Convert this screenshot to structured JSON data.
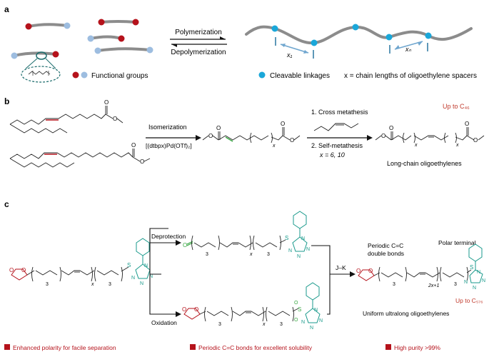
{
  "panels": {
    "a": {
      "letter": "a",
      "forward_label": "Polymerization",
      "reverse_label": "Depolymerization",
      "legend_functional": "Functional groups",
      "legend_cleavable": "Cleavable linkages",
      "legend_x": "x = chain lengths of oligoethylene spacers",
      "x1_label": "x₁",
      "xn_label": "xₙ"
    },
    "b": {
      "letter": "b",
      "up_to": "Up to C₄₆",
      "isomerization_label": "Isomerization",
      "catalyst_label": "[(dtbpx)Pd(OTf)₂]",
      "step1_label": "1. Cross metathesis",
      "step2_label": "2. Self-metathesis",
      "x_values_label": "x = 6, 10",
      "product_label": "Long-chain oligoethylenes",
      "sub_x": "x"
    },
    "c": {
      "letter": "c",
      "deprotection_label": "Deprotection",
      "oxidation_label": "Oxidation",
      "jk_label": "J–K",
      "periodic_label_1": "Periodic C=C",
      "periodic_label_2": "double bonds",
      "polar_label": "Polar terminal",
      "uniform_label": "Uniform ultralong oligoethylenes",
      "up_to": "Up to C₅₇₆",
      "sub_3": "3",
      "sub_x": "x",
      "sub_2x1": "2x+1",
      "atom_O": "O",
      "atom_S": "S",
      "atom_N": "N"
    }
  },
  "footer": {
    "item1": "Enhanced polarity for facile separation",
    "item2": "Periodic C=C bonds for excellent solubility",
    "item3": "High purity >99%"
  },
  "colors": {
    "dark_red": "#b5121b",
    "light_blue": "#9dbde0",
    "cyan": "#1aa7d9",
    "teal": "#1a9a8c",
    "green": "#3aa845",
    "chain_gray": "#8c8c8c",
    "text_red": "#c0392b"
  }
}
